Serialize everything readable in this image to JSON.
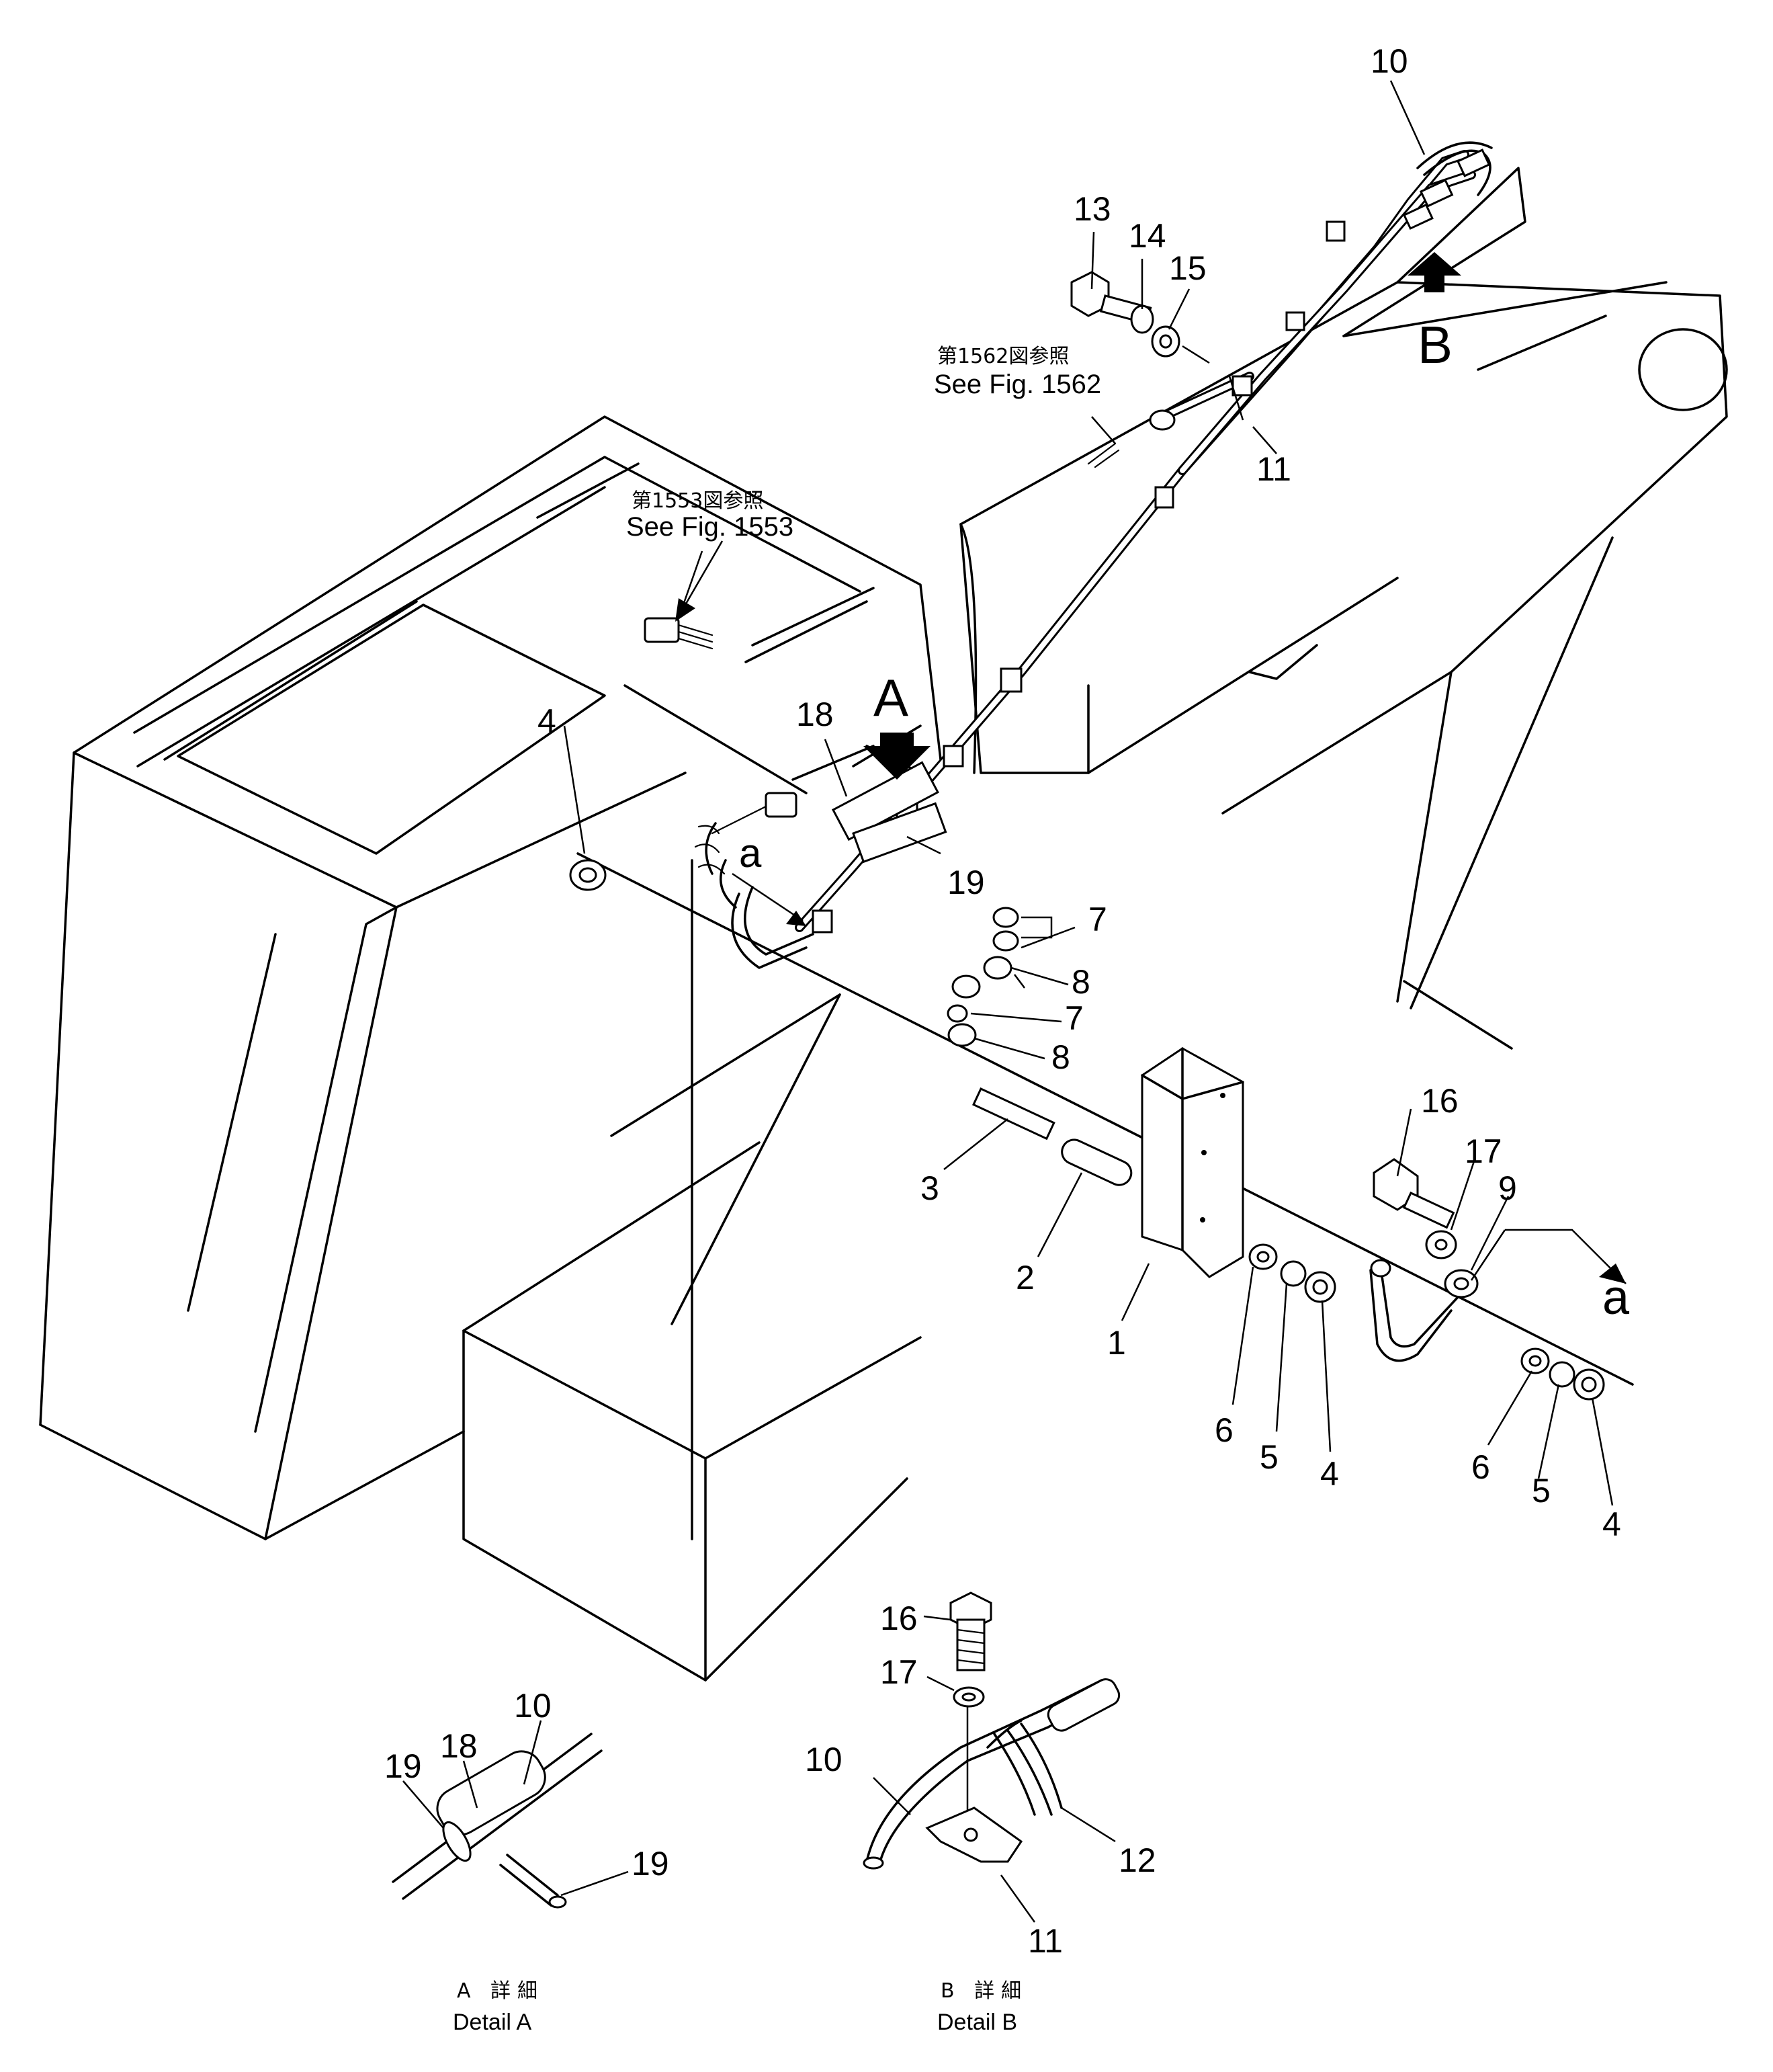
{
  "labels": {
    "p1": "1",
    "p2": "2",
    "p3": "3",
    "p4a": "4",
    "p4b": "4",
    "p4c": "4",
    "p5a": "5",
    "p5b": "5",
    "p6a": "6",
    "p6b": "6",
    "p7a": "7",
    "p7b": "7",
    "p8a": "8",
    "p8b": "8",
    "p9": "9",
    "p10": "10",
    "p11": "11",
    "p13": "13",
    "p14": "14",
    "p15": "15",
    "p16": "16",
    "p17": "17",
    "p18": "18",
    "p19": "19",
    "view_a": "A",
    "view_b": "B",
    "arrow_a": "a",
    "arrow_a2": "a"
  },
  "references": {
    "fig1562_jp": "第1562図参照",
    "fig1562_en": "See Fig. 1562",
    "fig1553_jp": "第1553図参照",
    "fig1553_en": "See Fig. 1553"
  },
  "detail_a": {
    "label_10": "10",
    "label_18": "18",
    "label_19a": "19",
    "label_19b": "19",
    "caption_jp": "A 詳細",
    "caption_en": "Detail A"
  },
  "detail_b": {
    "label_16": "16",
    "label_17": "17",
    "label_10": "10",
    "label_12": "12",
    "label_11": "11",
    "caption_jp": "B 詳細",
    "caption_en": "Detail B"
  }
}
